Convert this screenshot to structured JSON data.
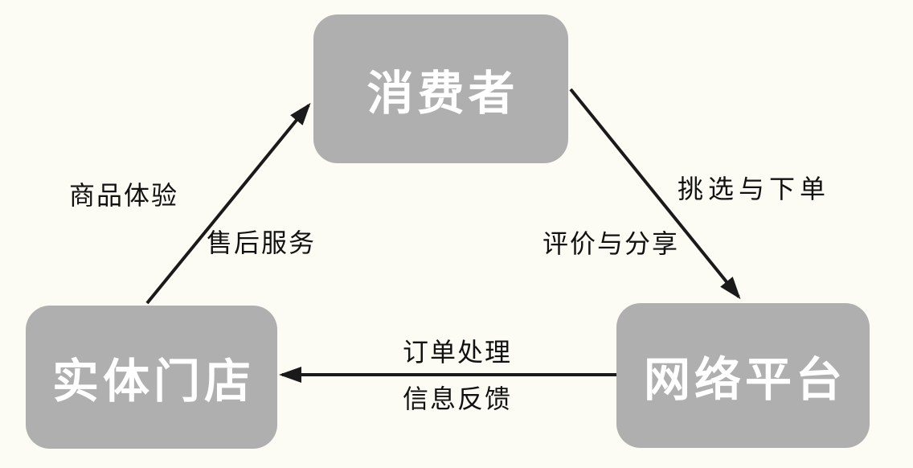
{
  "colors": {
    "background": "#FCFCF4",
    "node_fill": "#AFAFAF",
    "node_text": "#FFFFFF",
    "arrow": "#1A1A1A",
    "label_text": "#111111"
  },
  "nodes": [
    {
      "id": "consumer",
      "label": "消费者"
    },
    {
      "id": "physical-store",
      "label": "实体门店"
    },
    {
      "id": "online-platform",
      "label": "网络平台"
    }
  ],
  "edges": [
    {
      "from": "实体门店",
      "to": "消费者",
      "direction": "up-right",
      "labels": [
        "商品体验",
        "售后服务"
      ]
    },
    {
      "from": "消费者",
      "to": "网络平台",
      "direction": "down-right",
      "labels": [
        "挑选与下单",
        "评价与分享"
      ]
    },
    {
      "from": "网络平台",
      "to": "实体门店",
      "direction": "left",
      "labels": [
        "订单处理",
        "信息反馈"
      ]
    }
  ]
}
